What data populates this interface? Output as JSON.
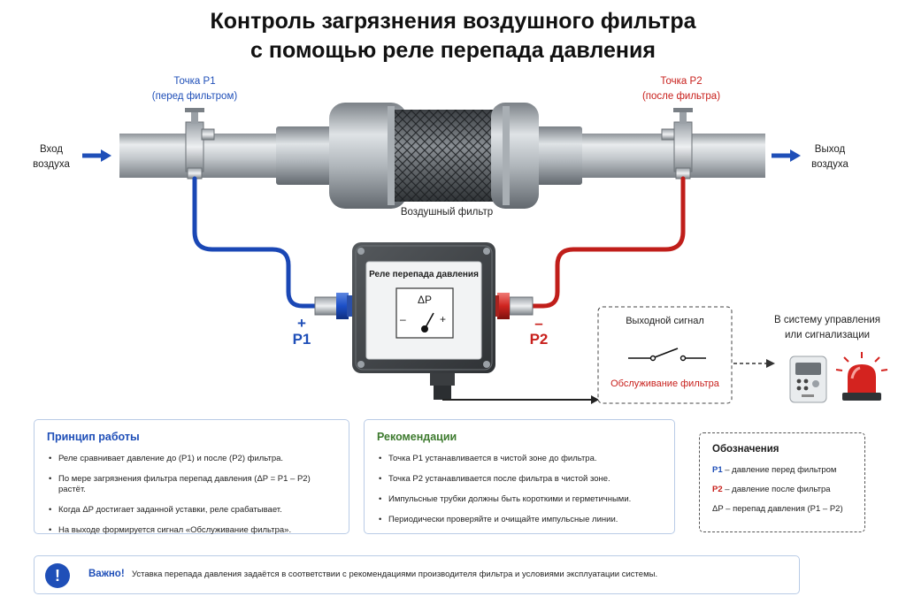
{
  "title": {
    "line1": "Контроль загрязнения воздушного фильтра",
    "line2": "с помощью реле перепада давления"
  },
  "inlet": {
    "line1": "Вход",
    "line2": "воздуха"
  },
  "outlet": {
    "line1": "Выход",
    "line2": "воздуха"
  },
  "point_p1": {
    "title": "Точка P1",
    "subtitle": "(перед фильтром)"
  },
  "point_p2": {
    "title": "Точка P2",
    "subtitle": "(после фильтра)"
  },
  "filter_label": "Воздушный фильтр",
  "relay": {
    "title": "Реле перепада давления",
    "delta": "ΔP",
    "minus": "–",
    "plus": "+"
  },
  "port_p1": {
    "sign": "+",
    "label": "P1"
  },
  "port_p2": {
    "sign": "–",
    "label": "P2"
  },
  "output": {
    "title": "Выходной сигнал",
    "signal": "Обслуживание фильтра"
  },
  "control": {
    "line1": "В систему управления",
    "line2": "или сигнализации"
  },
  "principle": {
    "heading": "Принцип работы",
    "items": [
      "Реле сравнивает давление до (P1) и после (P2) фильтра.",
      "По мере загрязнения фильтра перепад давления (ΔP = P1 – P2) растёт.",
      "Когда ΔP достигает заданной уставки, реле срабатывает.",
      "На выходе формируется сигнал «Обслуживание фильтра»."
    ]
  },
  "recommendations": {
    "heading": "Рекомендации",
    "items": [
      "Точка P1 устанавливается в чистой зоне до фильтра.",
      "Точка P2 устанавливается после фильтра в чистой зоне.",
      "Импульсные трубки должны быть короткими и герметичными.",
      "Периодически проверяйте и очищайте импульсные линии."
    ]
  },
  "legend": {
    "heading": "Обозначения",
    "p1_key": "P1",
    "p1_text": " – давление перед фильтром",
    "p2_key": "P2",
    "p2_text": " – давление после фильтра",
    "dp_text": "ΔP – перепад давления (P1 – P2)"
  },
  "note": {
    "icon_glyph": "!",
    "label": "Важно!",
    "text": "Уставка перепада давления задаётся в соответствии с рекомендациями производителя фильтра и условиями эксплуатации системы."
  },
  "colors": {
    "blue": "#1f4fb8",
    "red": "#c8201c",
    "green": "#3d7a2e",
    "card_border": "#b9cbe6"
  }
}
